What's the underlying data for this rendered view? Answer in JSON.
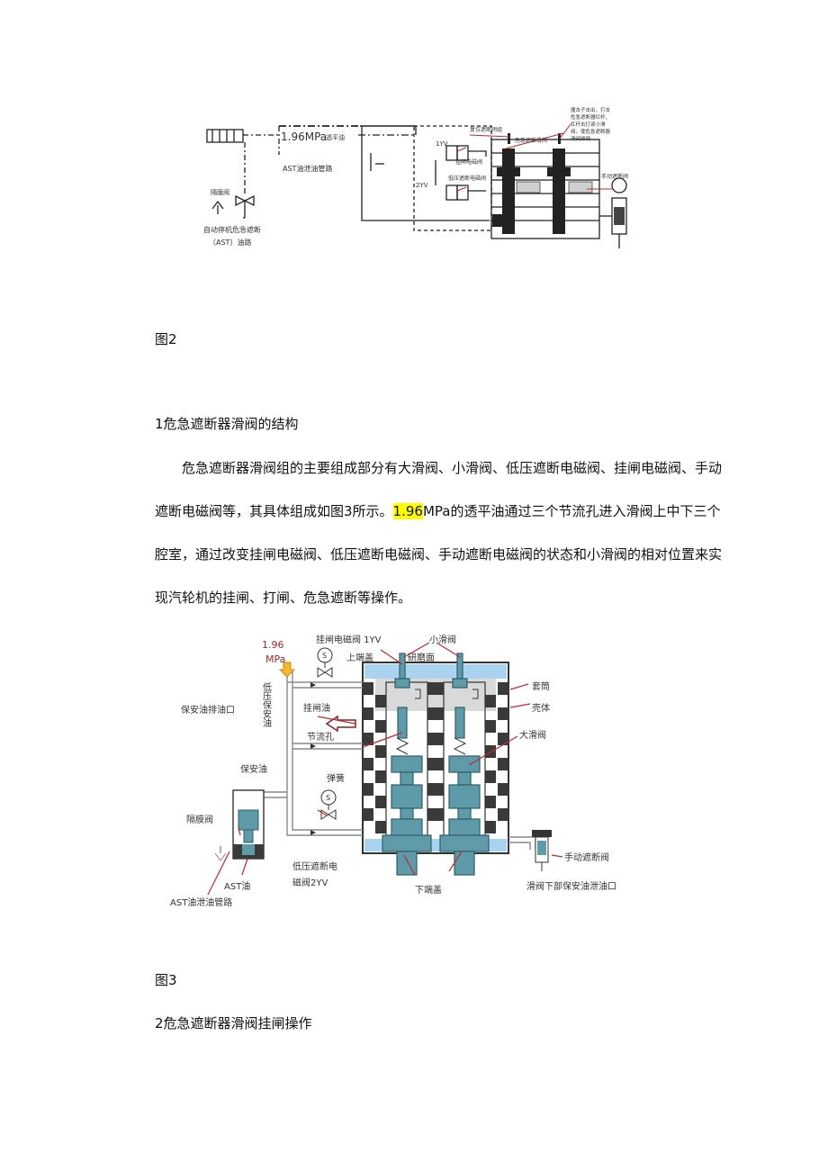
{
  "figure2": {
    "caption": "图2",
    "labels": {
      "pressure": "1.96MPa",
      "pressure_suffix": "透平油",
      "ast_drain": "AST油泄油管路",
      "diaphragm": "隔膜阀",
      "ast_line_1": "自动停机危急遮断",
      "ast_line_2": "（AST）油路",
      "yv1": "1YV",
      "yv2": "2YV",
      "trip_solenoid": "挂闸电磁阀",
      "lp_solenoid": "低压遮断电磁阀",
      "reset_group": "复位遮断阀组",
      "danger_slide": "危急遮断滑阀",
      "manual_valve": "手动遮断阀",
      "note_1": "撞击子击出，打击",
      "note_2": "危急遮断器杠杆，",
      "note_3": "杠杆击打读小滑",
      "note_4": "阀，使危急遮断器",
      "note_5": "滑阀掉闸"
    }
  },
  "section1": {
    "heading": "1危急遮断器滑阀的结构",
    "para_before": "危急遮断器滑阀组的主要组成部分有大滑阀、小滑阀、低压遮断电磁阀、挂闸电磁阀、手动遮断电磁阀等，其具体组成如图3所示。",
    "para_highlight": "1.96",
    "para_after": "MPa的透平油通过三个节流孔进入滑阀上中下三个腔室，通过改变挂闸电磁阀、低压遮断电磁阀、手动遮断电磁阀的状态和小滑阀的相对位置来实现汽轮机的挂闸、打闸、危急遮断等操作。"
  },
  "figure3": {
    "caption": "图3",
    "labels": {
      "pressure_1": "1.96",
      "pressure_2": "MPa",
      "trip_solenoid_1yv": "挂闸电磁阀 1YV",
      "small_slide": "小滑阀",
      "top_cover": "上端盖",
      "grind_face": "研磨面",
      "lp_safety_oil": "低压保安油",
      "trip_oil": "挂闸油",
      "safety_drain": "保安油排油口",
      "orifice": "节流孔",
      "spring": "弹簧",
      "safety_oil": "保安油",
      "sleeve": "套筒",
      "shell": "壳体",
      "big_slide": "大滑阀",
      "diaphragm": "隔膜阀",
      "ast_oil": "AST油",
      "ast_drain": "AST油泄油管路",
      "lp_solenoid_1": "低压遮断电",
      "lp_solenoid_2": "磁阀2YV",
      "bottom_cover": "下端盖",
      "manual_valve": "手动遮断阀",
      "bottom_drain": "滑阀下部保安油泄油口",
      "s_symbol": "S"
    }
  },
  "section2": {
    "heading": "2危急遮断器滑阀挂闸操作"
  }
}
